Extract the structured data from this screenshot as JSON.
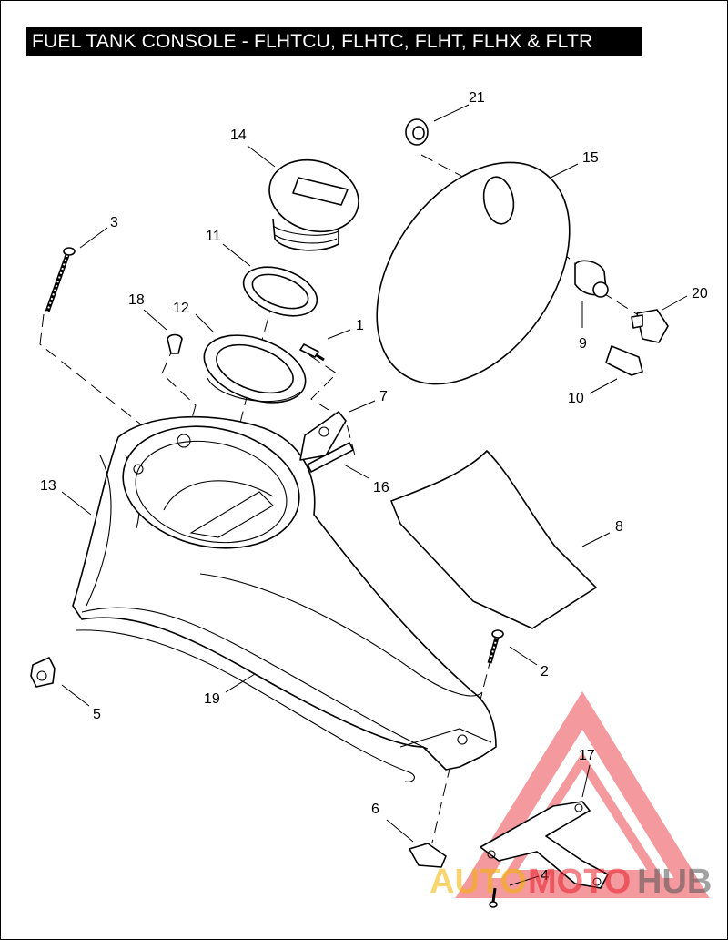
{
  "title": "FUEL TANK CONSOLE - FLHTCU, FLHTC, FLHT, FLHX & FLTR",
  "callouts": [
    "1",
    "2",
    "3",
    "4",
    "5",
    "6",
    "7",
    "8",
    "9",
    "10",
    "11",
    "12",
    "13",
    "14",
    "15",
    "16",
    "17",
    "18",
    "19",
    "20",
    "21"
  ],
  "watermark": {
    "part1": "AUTO",
    "part2": "MOTO",
    "part3": "HUB",
    "color_orange": "#f5b400",
    "color_red": "#e8202a",
    "color_dark": "#555555"
  }
}
